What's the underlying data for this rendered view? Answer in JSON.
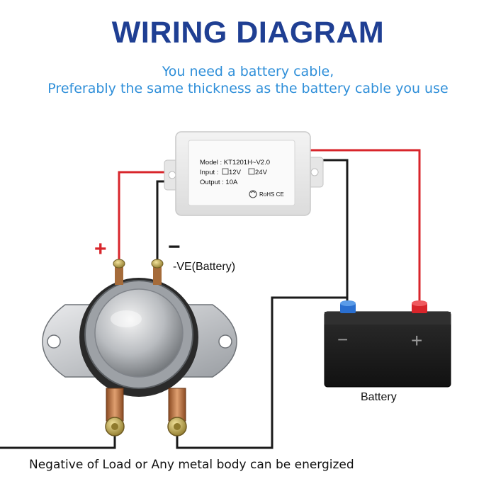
{
  "header": {
    "title": "WIRING DIAGRAM",
    "subtitle_line1": "You need a battery cable,",
    "subtitle_line2": "Preferably the same thickness as the battery cable you use"
  },
  "module": {
    "model": "Model : KT1201H~V2.0",
    "input_prefix": "Input :",
    "input_12v": "12V",
    "input_24v": "24V",
    "output": "Output : 10A",
    "certs": "RoHS CE"
  },
  "solenoid": {
    "positive_symbol": "+",
    "negative_symbol": "−",
    "negative_label": "-VE(Battery)"
  },
  "battery": {
    "label": "Battery",
    "negative_symbol": "−",
    "positive_symbol": "+"
  },
  "footer": {
    "note": "Negative of Load or Any metal body can be energized"
  },
  "colors": {
    "title": "#1f3f93",
    "subtitle": "#2f8fd9",
    "positive_wire": "#d8252b",
    "negative_wire": "#1a1a1a",
    "battery_body": "#1c1c1c",
    "battery_negative_terminal": "#2a6fd0",
    "battery_positive_terminal": "#d8252b"
  }
}
